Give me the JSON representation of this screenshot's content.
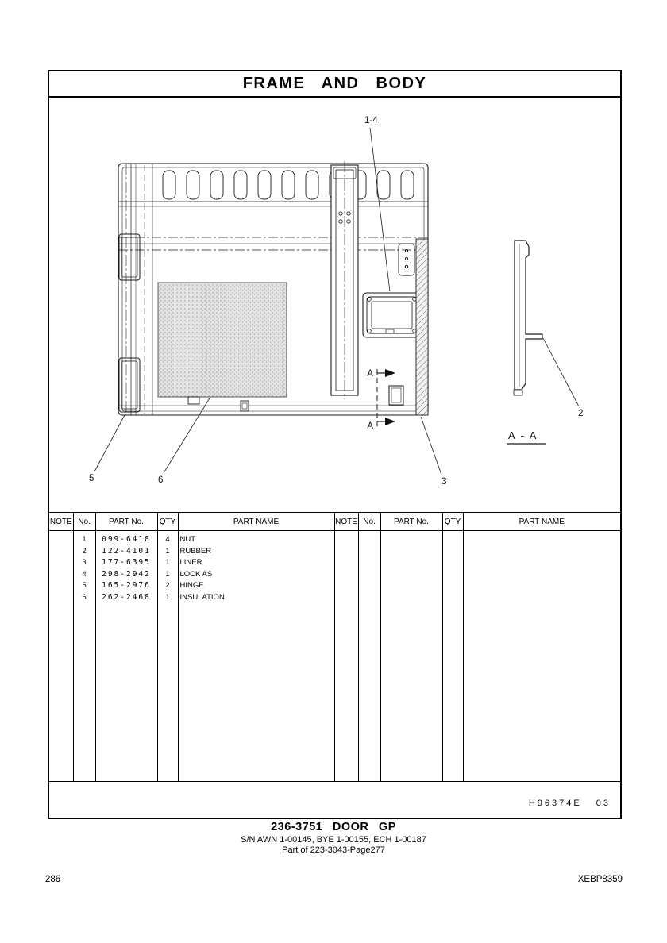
{
  "page": {
    "title": "FRAME AND BODY",
    "doc_code": "H96374E",
    "doc_rev": "03",
    "footer": {
      "part_title": "236-3751 DOOR GP",
      "serial_line": "S/N AWN 1-00145, BYE 1-00155, ECH 1-00187",
      "part_of_line": "Part of 223-3043-Page277"
    },
    "page_number": "286",
    "book_code": "XEBP8359"
  },
  "drawing": {
    "callout_1_4": "1-4",
    "callout_2": "2",
    "callout_3": "3",
    "callout_5": "5",
    "callout_6": "6",
    "section_arrow_label_top": "A",
    "section_arrow_label_bottom": "A",
    "section_view_label": "A - A"
  },
  "table": {
    "headers": {
      "note": "NOTE",
      "no": "No.",
      "part_no": "PART No.",
      "qty": "QTY",
      "part_name": "PART NAME"
    },
    "rows": [
      {
        "no": "1",
        "part_no": "099-6418",
        "qty": "4",
        "name": "NUT"
      },
      {
        "no": "2",
        "part_no": "122-4101",
        "qty": "1",
        "name": "RUBBER"
      },
      {
        "no": "3",
        "part_no": "177-6395",
        "qty": "1",
        "name": "LINER"
      },
      {
        "no": "4",
        "part_no": "298-2942",
        "qty": "1",
        "name": "LOCK AS"
      },
      {
        "no": "5",
        "part_no": "165-2976",
        "qty": "2",
        "name": "HINGE"
      },
      {
        "no": "6",
        "part_no": "262-2468",
        "qty": "1",
        "name": "INSULATION"
      }
    ]
  }
}
